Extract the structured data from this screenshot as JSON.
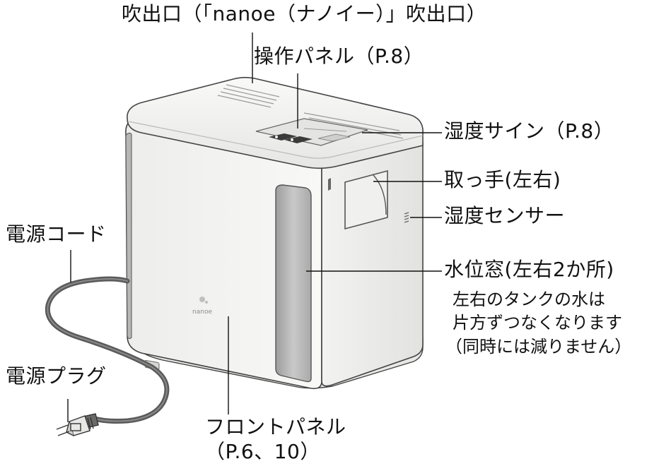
{
  "labels": {
    "outlet": "吹出口（「nanoe（ナノイー）」吹出口）",
    "control_panel": "操作パネル（P.8）",
    "humidity_sign": "湿度サイン（P.8）",
    "handle": "取っ手(左右)",
    "humidity_sensor": "湿度センサー",
    "power_cord": "電源コード",
    "water_window": "水位窓(左右2か所)",
    "water_note": [
      "左右のタンクの水は",
      "片方ずつなくなります",
      "（同時には減りません）"
    ],
    "power_plug": "電源プラグ",
    "front_panel": "フロントパネル",
    "front_panel_ref": "（P.6、10）"
  },
  "product": {
    "logo_text": "nanoe"
  },
  "colors": {
    "line": "#111111",
    "body": "#f4f4f2",
    "side_strip": "#bdbdbd",
    "cord": "#5a5a5a"
  }
}
